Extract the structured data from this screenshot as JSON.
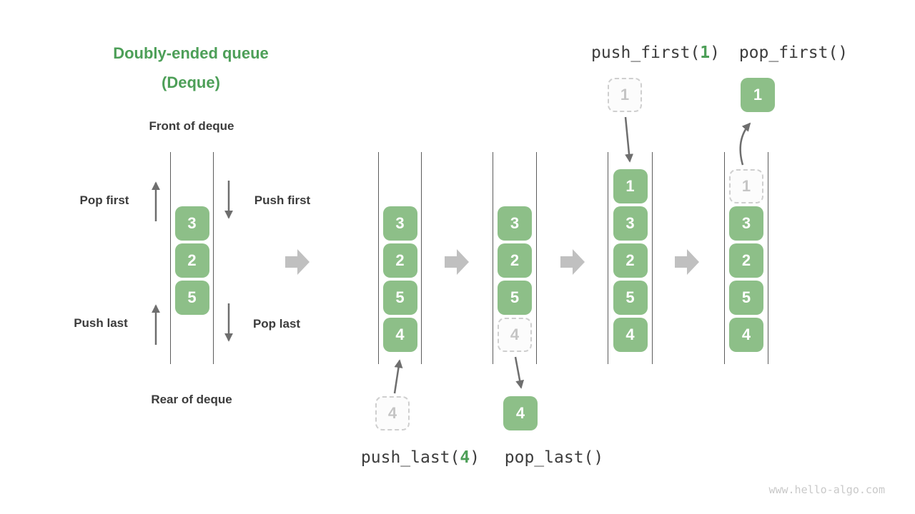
{
  "title": {
    "line1": "Doubly-ended queue",
    "line2": "(Deque)"
  },
  "left_diagram": {
    "front_label": "Front of deque",
    "rear_label": "Rear of deque",
    "pop_first": "Pop first",
    "push_first": "Push first",
    "push_last": "Push last",
    "pop_last": "Pop last",
    "cells": [
      {
        "value": "3"
      },
      {
        "value": "2"
      },
      {
        "value": "5"
      }
    ]
  },
  "stages": [
    {
      "name": "push_last",
      "cells": [
        {
          "value": "3",
          "style": "solid"
        },
        {
          "value": "2",
          "style": "solid"
        },
        {
          "value": "5",
          "style": "solid"
        },
        {
          "value": "4",
          "style": "solid"
        }
      ],
      "float_box": {
        "value": "4",
        "style": "dashed",
        "position": "below"
      }
    },
    {
      "name": "pop_last",
      "cells": [
        {
          "value": "3",
          "style": "solid"
        },
        {
          "value": "2",
          "style": "solid"
        },
        {
          "value": "5",
          "style": "solid"
        },
        {
          "value": "4",
          "style": "dashed"
        }
      ],
      "float_box": {
        "value": "4",
        "style": "solid",
        "position": "below"
      }
    },
    {
      "name": "push_first",
      "cells": [
        {
          "value": "1",
          "style": "solid"
        },
        {
          "value": "3",
          "style": "solid"
        },
        {
          "value": "2",
          "style": "solid"
        },
        {
          "value": "5",
          "style": "solid"
        },
        {
          "value": "4",
          "style": "solid"
        }
      ],
      "float_box": {
        "value": "1",
        "style": "dashed",
        "position": "above"
      }
    },
    {
      "name": "pop_first",
      "cells": [
        {
          "value": "1",
          "style": "dashed"
        },
        {
          "value": "3",
          "style": "solid"
        },
        {
          "value": "2",
          "style": "solid"
        },
        {
          "value": "5",
          "style": "solid"
        },
        {
          "value": "4",
          "style": "solid"
        }
      ],
      "float_box": {
        "value": "1",
        "style": "solid",
        "position": "above"
      }
    }
  ],
  "operations": {
    "push_last": {
      "prefix": "push_last(",
      "arg": "4",
      "suffix": ")"
    },
    "pop_last": {
      "text": "pop_last()"
    },
    "push_first": {
      "prefix": "push_first(",
      "arg": "1",
      "suffix": ")"
    },
    "pop_first": {
      "text": "pop_first()"
    }
  },
  "colors": {
    "cell_green": "#8dbf88",
    "title_green": "#4d9f58",
    "text_dark": "#3c3c3c",
    "thin_arrow_gray": "#6e6e6e",
    "block_arrow_gray": "#c0c0c0",
    "dashed_border": "#cfcfcf",
    "queue_wall": "#5c5c5c",
    "watermark_gray": "#c9c9c9"
  },
  "watermark": "www.hello-algo.com"
}
